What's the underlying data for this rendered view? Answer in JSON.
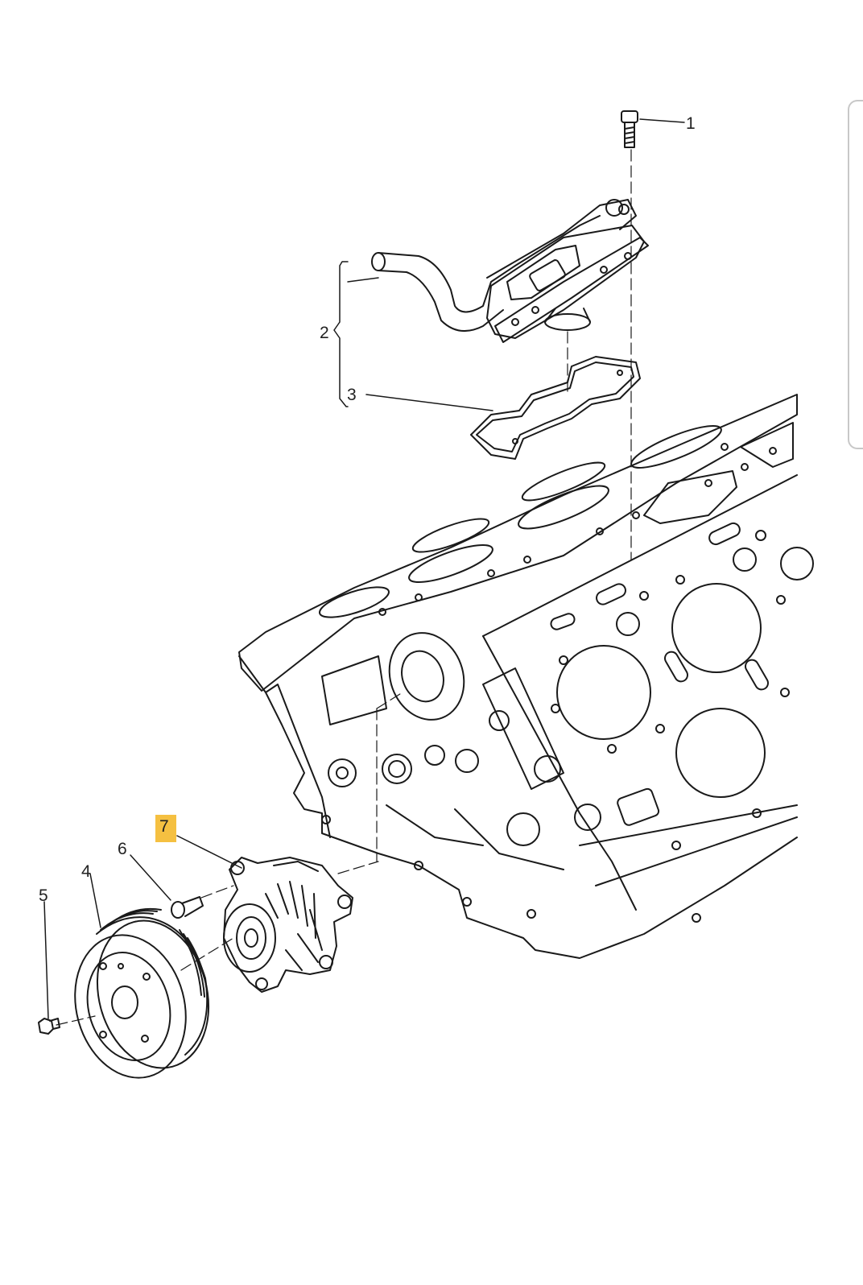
{
  "diagram": {
    "callouts": [
      {
        "id": "1",
        "label": "1",
        "part": "bolt"
      },
      {
        "id": "2",
        "label": "2",
        "part": "coolant-pipe-housing"
      },
      {
        "id": "3",
        "label": "3",
        "part": "gasket"
      },
      {
        "id": "4",
        "label": "4",
        "part": "pulley"
      },
      {
        "id": "5",
        "label": "5",
        "part": "pulley-bolt"
      },
      {
        "id": "6",
        "label": "6",
        "part": "water-pump-bolt"
      },
      {
        "id": "7",
        "label": "7",
        "part": "water-pump",
        "highlighted": true
      }
    ],
    "colors": {
      "line": "#1a1a1a",
      "highlight": "#f5c041",
      "background": "#ffffff"
    }
  }
}
